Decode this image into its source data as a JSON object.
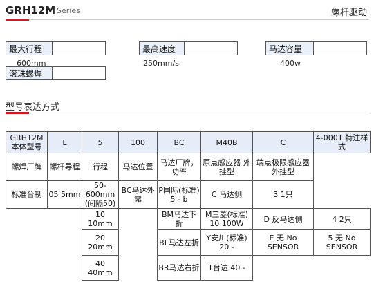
{
  "header": {
    "title": "GRH12M",
    "series": "Series",
    "category": "螺杆驱动"
  },
  "specs": [
    {
      "label": "最大行程",
      "value": "600mm"
    },
    {
      "label": "最高速度",
      "value": "250mm/s"
    },
    {
      "label": "马达容量",
      "value": "400w"
    },
    {
      "label": "滚珠螺焊",
      "value": ""
    }
  ],
  "section_title": "型号表达方式",
  "table": {
    "header": [
      "GRH12M 本体型号",
      "L",
      "5",
      "100",
      "BC",
      "M40B",
      "C",
      "4-0001 特注样式"
    ],
    "meaning": [
      "螺焊厂牌",
      "螺杆导程",
      "行程",
      "马达位置",
      "马达厂牌，功率",
      "原点感应器 外挂型",
      "端点极限感应器 外挂型"
    ],
    "row1": [
      "标准台制",
      "05  5mm",
      "50-600mm (间隔50)",
      "BC马达外露",
      "P国际(标准) 5  -  b",
      "C 马达侧",
      "3 1只"
    ],
    "row2": [
      "10 10mm",
      "BM马达下折",
      "M三菱(标准) 10  100W",
      "D 反马达侧",
      "4 2只"
    ],
    "row3": [
      "20 20mm",
      "BL马达左折",
      "Y安川(标准) 20  -",
      "E 无 No SENSOR",
      "5 无 No SENSOR"
    ],
    "row4": [
      "40 40mm",
      "BR马达右折",
      "T台达 40  -"
    ]
  }
}
